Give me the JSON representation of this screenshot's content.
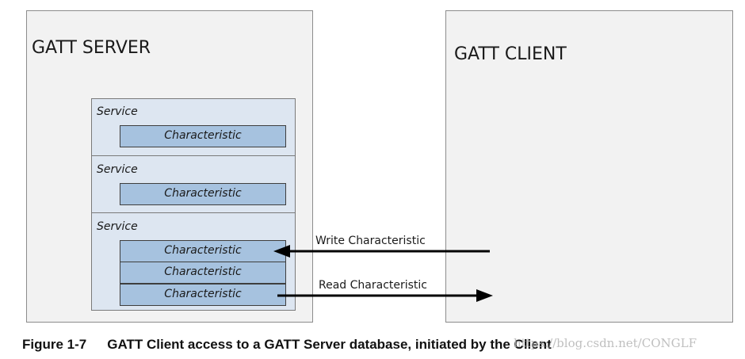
{
  "server": {
    "title": "GATT SERVER",
    "services": [
      {
        "label": "Service",
        "characteristics": [
          "Characteristic"
        ]
      },
      {
        "label": "Service",
        "characteristics": [
          "Characteristic"
        ]
      },
      {
        "label": "Service",
        "characteristics": [
          "Characteristic",
          "Characteristic",
          "Characteristic"
        ]
      }
    ]
  },
  "client": {
    "title": "GATT CLIENT"
  },
  "operations": {
    "write": "Write Characteristic",
    "read": "Read Characteristic"
  },
  "caption": {
    "number": "Figure 1-7",
    "text": "GATT Client access to a GATT Server database, initiated by the Client"
  },
  "watermark": "https://blog.csdn.net/CONGLF",
  "colors": {
    "panel": "#f2f2f2",
    "service": "#dde6f1",
    "characteristic": "#a6c2df"
  }
}
